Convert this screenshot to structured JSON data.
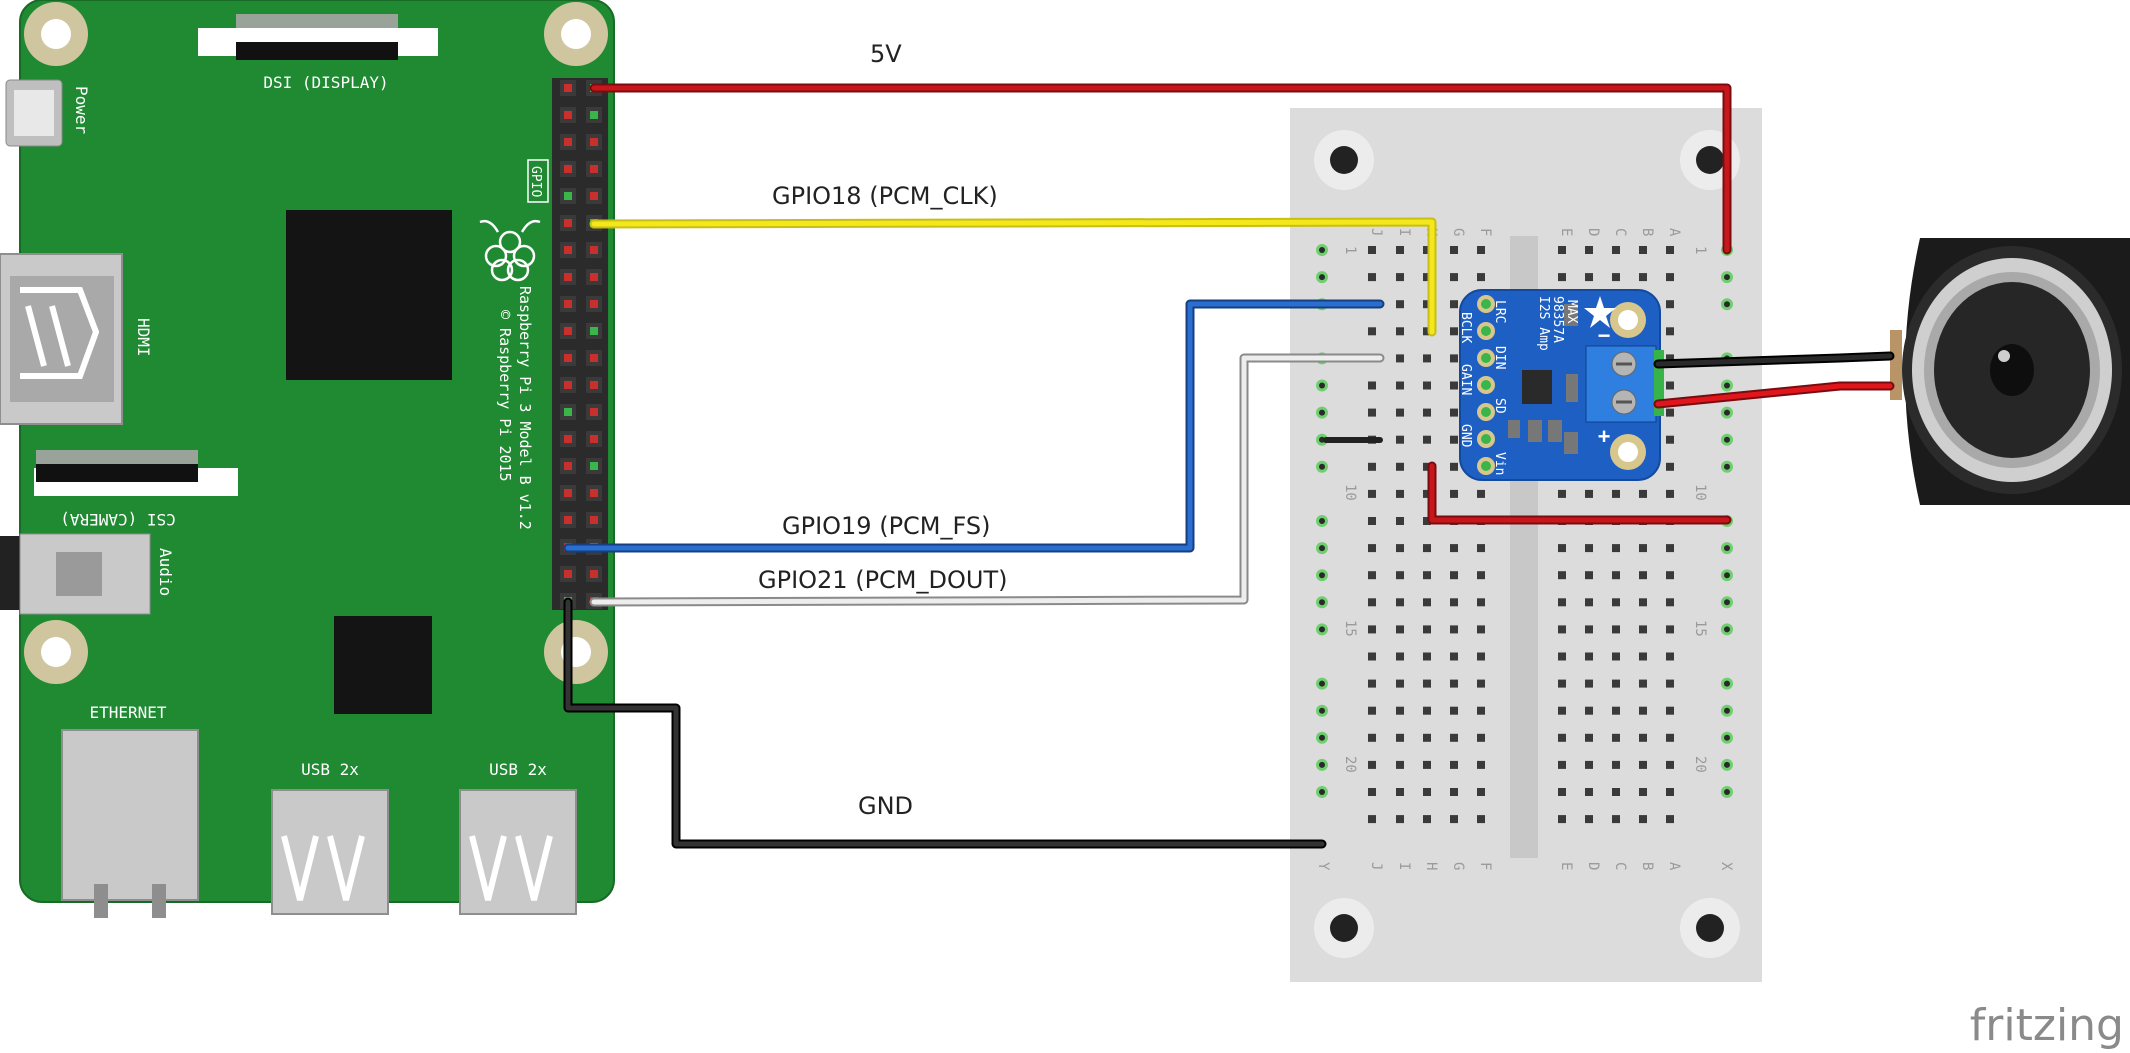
{
  "wire_labels": {
    "v5": "5V",
    "gpio18": "GPIO18 (PCM_CLK)",
    "gpio19": "GPIO19 (PCM_FS)",
    "gpio21": "GPIO21 (PCM_DOUT)",
    "gnd": "GND"
  },
  "pi": {
    "dsi": "DSI (DISPLAY)",
    "csi": "CSI (CAMERA)",
    "power": "Power",
    "hdmi": "HDMI",
    "audio": "Audio",
    "ethernet": "ETHERNET",
    "usb1": "USB 2x",
    "usb2": "USB 2x",
    "gpio": "GPIO",
    "model": "Raspberry Pi 3 Model B v1.2",
    "copyright": "© Raspberry Pi 2015"
  },
  "amp": {
    "line1": "MAX",
    "line2": "98357A",
    "line3": "I2S Amp",
    "pins": [
      "LRC",
      "BCLK",
      "DIN",
      "GAIN",
      "SD",
      "GND",
      "Vin"
    ],
    "minus": "−",
    "plus": "+"
  },
  "breadboard": {
    "rows_left": [
      "J",
      "I",
      "H",
      "G",
      "F"
    ],
    "rows_right": [
      "E",
      "D",
      "C",
      "B",
      "A"
    ],
    "rail_left": "Y",
    "rail_right": "X",
    "numbers": [
      "1",
      "10",
      "15",
      "20"
    ]
  },
  "watermark": "fritzing",
  "colors": {
    "pcb": "#1f8a32",
    "wire_5v": "#c8161d",
    "wire_clk": "#f4e81c",
    "wire_fs": "#2a6ecf",
    "wire_dout": "#e6e6e6",
    "wire_gnd": "#222222",
    "amp_board": "#1e5fc4"
  }
}
